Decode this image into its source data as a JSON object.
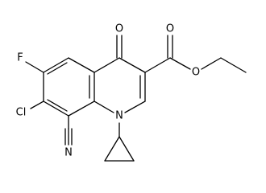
{
  "molecule": {
    "atoms": {
      "ketone_o": "O",
      "ester_o_carbonyl": "O",
      "ester_o_ether": "O",
      "fluorine": "F",
      "chlorine": "Cl",
      "nitrile_n": "N",
      "ring_n": "N"
    }
  }
}
